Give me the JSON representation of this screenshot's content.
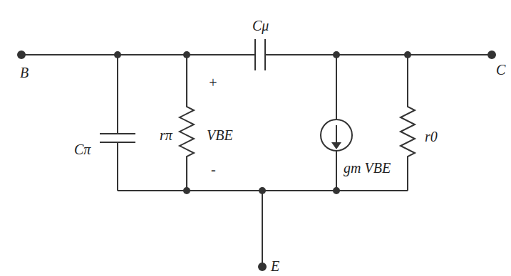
{
  "diagram": {
    "labels": [
      "B",
      "C",
      "E",
      "Cπ",
      "rπ",
      "+",
      "VBE",
      "-",
      "Cμ",
      "gm VBE",
      "r0"
    ]
  }
}
